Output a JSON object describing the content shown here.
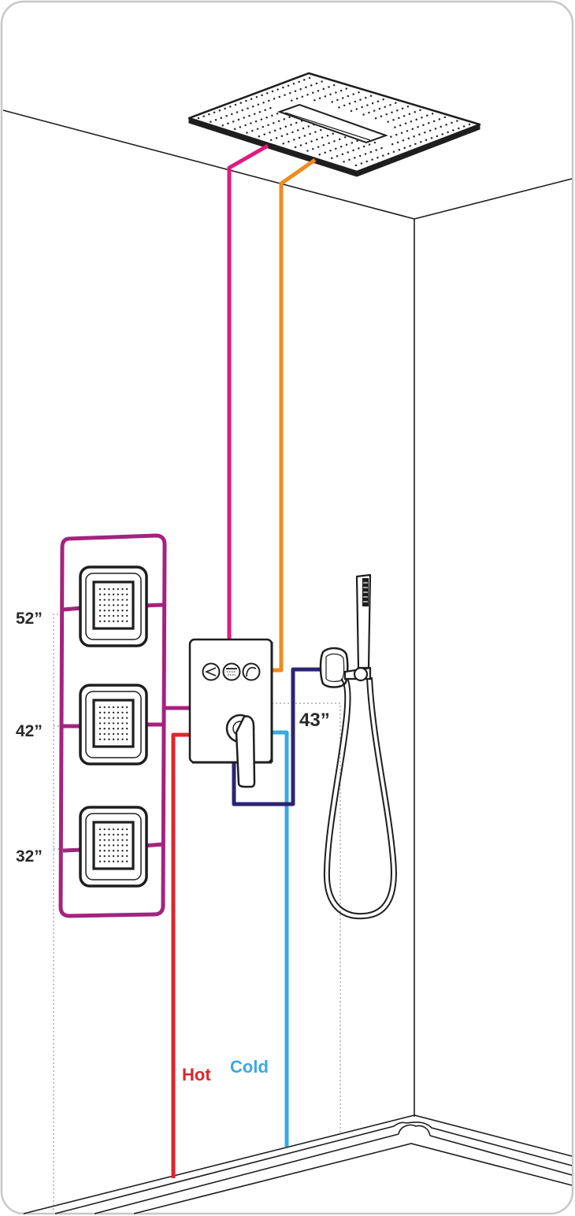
{
  "labels": {
    "jet_top_height": "52”",
    "jet_mid_height": "42”",
    "jet_bottom_height": "32”",
    "handshower_height": "43”",
    "hot": "Hot",
    "cold": "Cold"
  },
  "colors": {
    "rain_feed": "#e2197f",
    "waterfall_feed": "#f08a1e",
    "body_jets_feed": "#a4237f",
    "handshower_feed": "#2b2472",
    "hot_supply": "#e0252b",
    "cold_supply": "#3aa9e0",
    "outline": "#1e1e1e",
    "dimension_line": "#9a9a9a",
    "frame": "#c8c8c8"
  },
  "icons": {
    "valve_button_1": "handshower-icon",
    "valve_button_2": "rain-shower-icon",
    "valve_button_3": "waterfall-icon"
  }
}
